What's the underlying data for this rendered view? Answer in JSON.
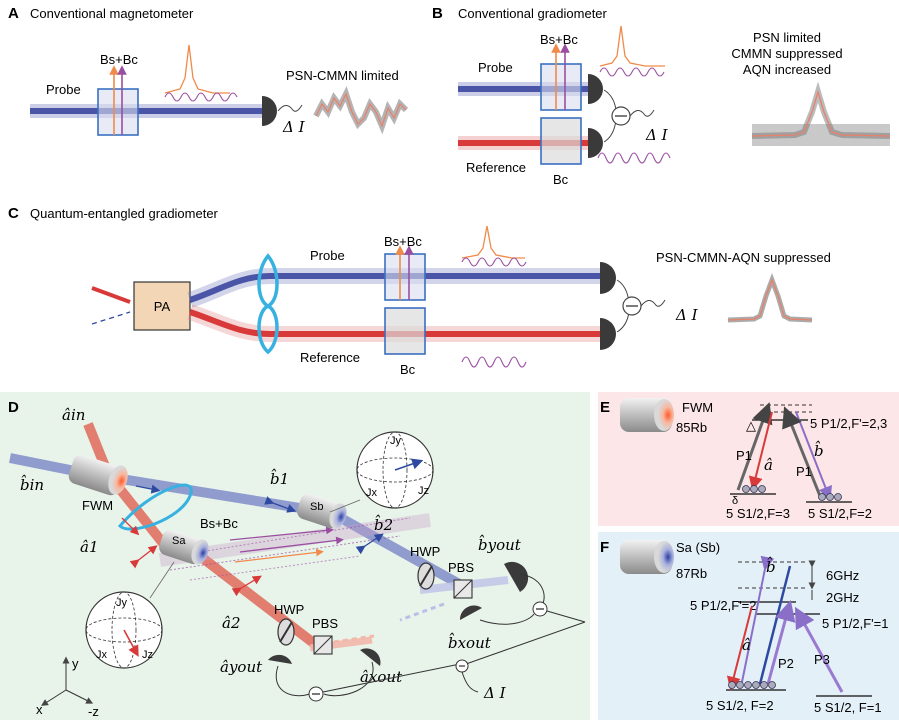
{
  "panels": {
    "A": {
      "letter": "A",
      "title": "Conventional magnetometer",
      "probe": "Probe",
      "field": "Bs+Bc",
      "result": "PSN-CMMN limited",
      "delta_i": "Δ I"
    },
    "B": {
      "letter": "B",
      "title": "Conventional gradiometer",
      "probe": "Probe",
      "field": "Bs+Bc",
      "reference": "Reference",
      "field2": "Bc",
      "result_lines": [
        "PSN limited",
        "CMMN suppressed",
        "AQN increased"
      ],
      "delta_i": "Δ I"
    },
    "C": {
      "letter": "C",
      "title": "Quantum-entangled gradiometer",
      "pa": "PA",
      "probe": "Probe",
      "field": "Bs+Bc",
      "reference": "Reference",
      "field2": "Bc",
      "result": "PSN-CMMN-AQN suppressed",
      "delta_i": "Δ I"
    },
    "D": {
      "letter": "D",
      "a_in": "âin",
      "b_in": "b̂in",
      "fwm": "FWM",
      "b1": "b̂1",
      "b2": "b̂2",
      "a1": "â1",
      "a2": "â2",
      "sa": "Sa",
      "sb": "Sb",
      "field": "Bs+Bc",
      "hwp": "HWP",
      "pbs": "PBS",
      "by_out": "b̂yout",
      "bx_out": "b̂xout",
      "ay_out": "âyout",
      "ax_out": "âxout",
      "jy": "Jy",
      "jx": "Jx",
      "jz": "Jz",
      "delta_i": "Δ I",
      "axis_y": "y",
      "axis_x": "x",
      "axis_z": "-z"
    },
    "E": {
      "letter": "E",
      "fwm": "FWM",
      "isotope": "85Rb",
      "delta": "△",
      "excited": "5 P1/2,F'=2,3",
      "a_hat": "â",
      "b_hat": "b̂",
      "p1_left": "P1",
      "p1_right": "P1",
      "delta_small": "δ",
      "ground_left": "5 S1/2,F=3",
      "ground_right": "5 S1/2,F=2"
    },
    "F": {
      "letter": "F",
      "cell": "Sa (Sb)",
      "isotope": "87Rb",
      "b_hat": "b̂",
      "a_hat": "â",
      "ghz6": "6GHz",
      "ghz2": "2GHz",
      "excited_left": "5 P1/2,F'=2",
      "excited_right": "5 P1/2,F'=1",
      "p2": "P2",
      "p3": "P3",
      "ground_left": "5 S1/2, F=2",
      "ground_right": "5 S1/2, F=1"
    }
  },
  "colors": {
    "probe": "#4a55a8",
    "reference": "#d83a3a",
    "box": "#3a6fc2",
    "cyan": "#37b2e0",
    "orange": "#f08a4a",
    "purple": "#9a4ea0",
    "panelD": "#e8f3ea",
    "panelE": "#fde6e8",
    "panelF": "#e4f0f8",
    "pa": "#f3d6b6"
  }
}
